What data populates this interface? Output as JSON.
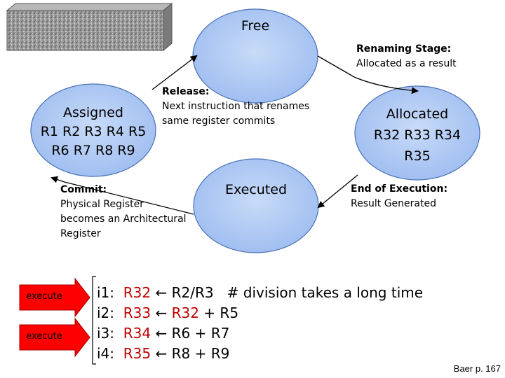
{
  "states": {
    "free": {
      "title": "Free"
    },
    "assigned": {
      "title": "Assigned",
      "registers_line1": "R1 R2 R3 R4 R5",
      "registers_line2": "R6 R7 R8 R9"
    },
    "allocated": {
      "title": "Allocated",
      "registers_line1": "R32 R33 R34",
      "registers_line2": "R35"
    },
    "executed": {
      "title": "Executed"
    }
  },
  "transitions": {
    "renaming": {
      "heading": "Renaming Stage:",
      "text": "Allocated as a result"
    },
    "end_of_execution": {
      "heading": "End of Execution:",
      "text": "Result Generated"
    },
    "commit": {
      "heading": "Commit:",
      "line1": "Physical Register",
      "line2": "becomes an Architectural",
      "line3": "Register"
    },
    "release": {
      "heading": "Release:",
      "line1": "Next instruction that renames",
      "line2": "same register commits"
    }
  },
  "execute_arrows": [
    "execute",
    "execute"
  ],
  "instructions": [
    {
      "id": "i1:",
      "dest": "R32",
      "arrow": "←",
      "src_plain": "R2/R3",
      "src_red": "",
      "src_tail": "",
      "comment": "# division takes a long time"
    },
    {
      "id": "i2:",
      "dest": "R33",
      "arrow": "←",
      "src_plain": "",
      "src_red": "R32",
      "src_tail": " + R5",
      "comment": ""
    },
    {
      "id": "i3:",
      "dest": "R34",
      "arrow": "←",
      "src_plain": "R6 + R7",
      "src_red": "",
      "src_tail": "",
      "comment": ""
    },
    {
      "id": "i4:",
      "dest": "R35",
      "arrow": "←",
      "src_plain": "R8 + R9",
      "src_red": "",
      "src_tail": "",
      "comment": ""
    }
  ],
  "credit": "Baer p. 167",
  "colors": {
    "ellipse_fill": "#a9c6f3",
    "ellipse_stroke": "#4a72b8",
    "dest_register": "#c00000",
    "arrow_fill": "#ff0000"
  }
}
